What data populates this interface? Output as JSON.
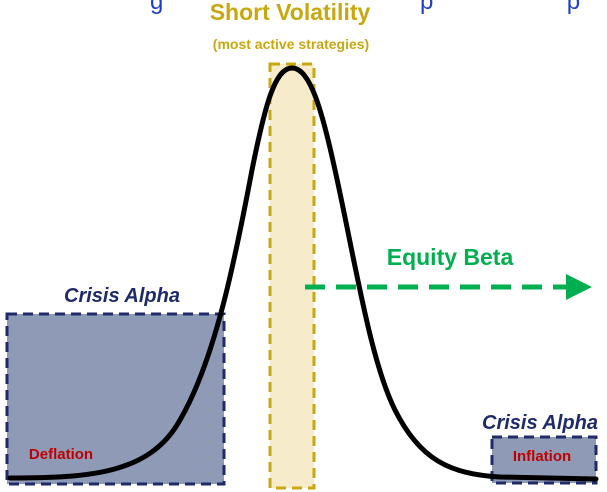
{
  "top_cut_text": {
    "left": "g",
    "right": "p                    p"
  },
  "short_volatility": {
    "title": "Short Volatility",
    "subtitle": "(most active strategies)",
    "color": "#C9A80F",
    "band_fill": "#F6EBCB"
  },
  "equity_beta": {
    "label": "Equity Beta",
    "color": "#00B050"
  },
  "crisis_alpha_left": {
    "title": "Crisis Alpha",
    "box_label": "Deflation"
  },
  "crisis_alpha_right": {
    "title": "Crisis Alpha",
    "box_label": "Inflation"
  },
  "colors": {
    "crisis_title": "#1F2A6B",
    "box_fill": "#8F9AB6",
    "box_border": "#1F2A6B",
    "box_label": "#C00000",
    "curve": "#000000",
    "top_cut_text": "#1F3FD1"
  }
}
